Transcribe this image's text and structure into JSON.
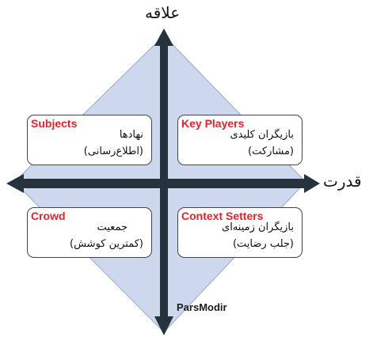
{
  "axes": {
    "y_label": "علاقه",
    "x_label": "قدرت"
  },
  "quadrants": {
    "top_left": {
      "en": "Subjects",
      "fa_line1": "نهادها",
      "fa_line2": "(اطلاع‌رسانی)"
    },
    "top_right": {
      "en": "Key Players",
      "fa_line1": "بازیگران کلیدی",
      "fa_line2": "(مشارکت)"
    },
    "bottom_left": {
      "en": "Crowd",
      "fa_line1": "جمعیت",
      "fa_line2": "(کمترین کوشش)"
    },
    "bottom_right": {
      "en": "Context Setters",
      "fa_line1": "بازیگران زمینه‌ای",
      "fa_line2": "(جلب رضایت)"
    }
  },
  "watermark": "ParsModir",
  "colors": {
    "diamond_fill": "#cdd8ee",
    "diamond_stroke": "#9aaac8",
    "arrow_fill": "#26323c",
    "label_red": "#e8202a"
  }
}
